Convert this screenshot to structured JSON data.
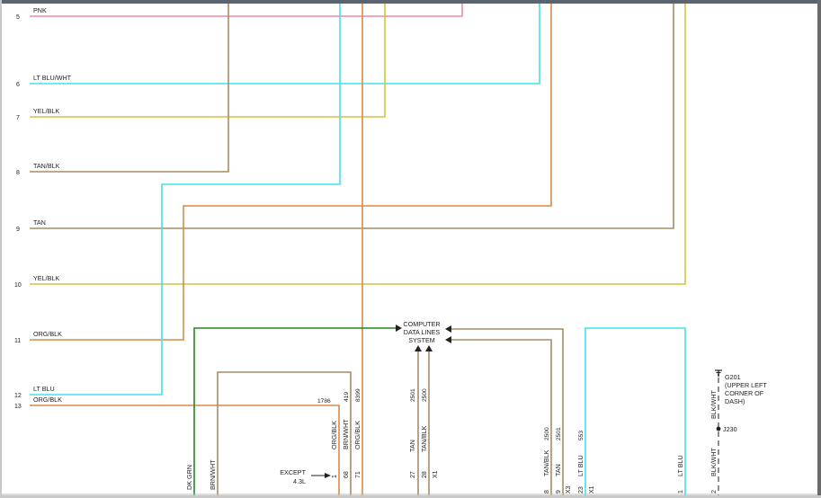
{
  "colors": {
    "pnk": "#f08aa0",
    "ltblu": "#3de3f0",
    "yel": "#d4c43a",
    "tan": "#a88c63",
    "org": "#d98a48",
    "dkgrn": "#1e8a1e",
    "blk": "#444444"
  },
  "connector_left": {
    "rows": [
      {
        "pin": "5",
        "wire": "PNK"
      },
      {
        "pin": "6",
        "wire": "LT BLU/WHT"
      },
      {
        "pin": "7",
        "wire": "YEL/BLK"
      },
      {
        "pin": "8",
        "wire": "TAN/BLK"
      },
      {
        "pin": "9",
        "wire": "TAN"
      },
      {
        "pin": "10",
        "wire": "YEL/BLK"
      },
      {
        "pin": "11",
        "wire": "ORG/BLK"
      },
      {
        "pin": "12",
        "wire": "LT BLU"
      },
      {
        "pin": "13",
        "wire": "ORG/BLK"
      }
    ],
    "circuit_1786": "1786"
  },
  "data_lines": {
    "line1": "COMPUTER",
    "line2": "DATA LINES",
    "line3": "SYSTEM"
  },
  "verticals": {
    "dk_grn": "DK GRN",
    "brn_wht": "BRN/WHT",
    "org_blk_1": "ORG/BLK",
    "brn_wht_2": "BRN/WHT",
    "org_blk_2": "ORG/BLK",
    "c419": "419",
    "c8399": "8399",
    "pin1": "1",
    "pin68": "68",
    "pin71": "71",
    "tan": "TAN",
    "tan_blk": "TAN/BLK",
    "c2501a": "2501",
    "c2500a": "2500",
    "pin27": "27",
    "pin28": "28",
    "x1a": "X1",
    "tan_blk_2": "TAN/BLK",
    "tan_2": "TAN",
    "c2500b": "2500",
    "c2501b": "2501",
    "pin8": "8",
    "pin9": "9",
    "x3": "X3",
    "lt_blu": "LT BLU",
    "c553": "553",
    "pin23": "23",
    "x1b": "X1",
    "lt_blu_2": "LT BLU",
    "pin1b": "1",
    "blk_wht": "BLK/WHT",
    "blk_wht_2": "BLK/WHT",
    "pin2": "2"
  },
  "except": {
    "line1": "EXCEPT",
    "line2": "4.3L"
  },
  "ground": {
    "id": "G201",
    "desc1": "(UPPER LEFT",
    "desc2": "CORNER OF",
    "desc3": "DASH)",
    "splice": "J230"
  }
}
